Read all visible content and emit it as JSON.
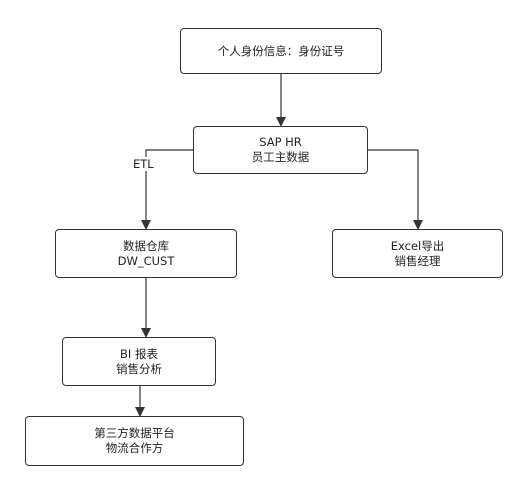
{
  "diagram": {
    "nodes": [
      {
        "id": "identity",
        "lines": [
          "个人身份信息：身份证号"
        ]
      },
      {
        "id": "sap_hr",
        "lines": [
          "SAP HR",
          "员工主数据"
        ]
      },
      {
        "id": "dw",
        "lines": [
          "数据仓库",
          "DW_CUST"
        ]
      },
      {
        "id": "excel",
        "lines": [
          "Excel导出",
          "销售经理"
        ]
      },
      {
        "id": "bi",
        "lines": [
          "BI 报表",
          "销售分析"
        ]
      },
      {
        "id": "third",
        "lines": [
          "第三方数据平台",
          "物流合作方"
        ]
      }
    ],
    "edges": [
      {
        "from": "identity",
        "to": "sap_hr",
        "label": ""
      },
      {
        "from": "sap_hr",
        "to": "dw",
        "label": "ETL"
      },
      {
        "from": "sap_hr",
        "to": "excel",
        "label": ""
      },
      {
        "from": "dw",
        "to": "bi",
        "label": ""
      },
      {
        "from": "bi",
        "to": "third",
        "label": ""
      }
    ],
    "colors": {
      "stroke": "#333333",
      "fill": "#ffffff",
      "text": "#222222"
    }
  }
}
